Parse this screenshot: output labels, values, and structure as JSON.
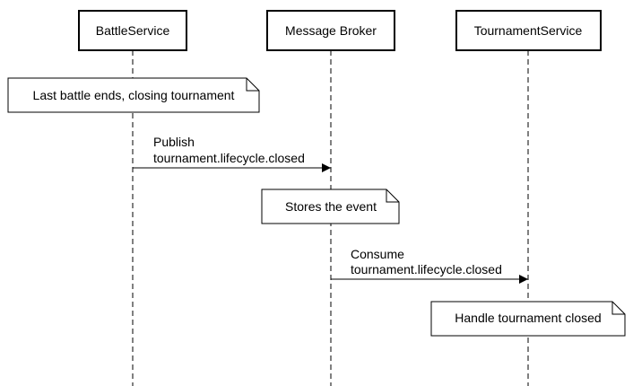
{
  "participants": [
    {
      "id": "battle",
      "label": "BattleService"
    },
    {
      "id": "broker",
      "label": "Message Broker"
    },
    {
      "id": "tournament",
      "label": "TournamentService"
    }
  ],
  "notes": [
    {
      "id": "note-last-battle",
      "text": "Last battle ends, closing tournament"
    },
    {
      "id": "note-stores-event",
      "text": "Stores the event"
    },
    {
      "id": "note-handle-closed",
      "text": "Handle tournament closed"
    }
  ],
  "messages": [
    {
      "id": "msg-publish",
      "line1": "Publish",
      "line2": "tournament.lifecycle.closed"
    },
    {
      "id": "msg-consume",
      "line1": "Consume",
      "line2": "tournament.lifecycle.closed"
    }
  ]
}
